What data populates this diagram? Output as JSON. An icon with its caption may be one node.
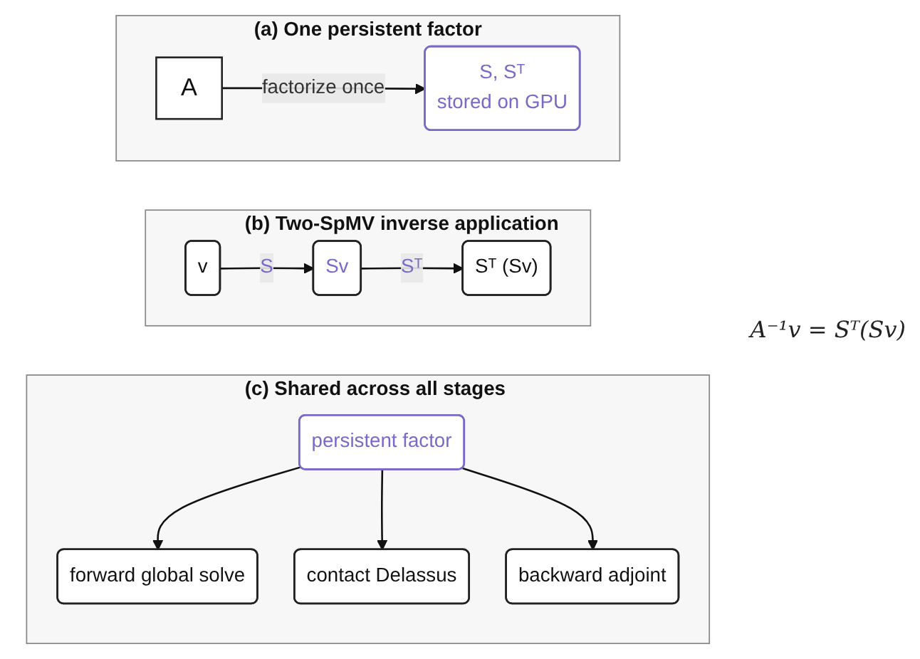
{
  "diagram": {
    "nodes": [
      {
        "text": [
          "(a) One persistent factor"
        ]
      },
      {
        "text": [
          "A"
        ],
        "in": 0
      },
      {
        "text": [
          "S, Sᵀ",
          "stored on GPU"
        ],
        "in": 0
      },
      {
        "text": [
          "(b) Two-SpMV inverse application"
        ]
      },
      {
        "text": [
          "v"
        ],
        "in": 3
      },
      {
        "text": [
          "Sv"
        ],
        "in": 3
      },
      {
        "text": [
          "Sᵀ (Sv)"
        ],
        "in": 3
      },
      {
        "text": [
          "(c) Shared across all stages"
        ]
      },
      {
        "text": [
          "persistent factor"
        ],
        "in": 7
      },
      {
        "text": [
          "forward global solve"
        ],
        "in": 7
      },
      {
        "text": [
          "contact Delassus"
        ],
        "in": 7
      },
      {
        "text": [
          "backward adjoint"
        ],
        "in": 7
      }
    ],
    "edges": [
      {
        "from": 1,
        "to": 2,
        "arrow": "to",
        "label": "factorize once"
      },
      {
        "from": 4,
        "to": 5,
        "arrow": "to",
        "label": "S"
      },
      {
        "from": 5,
        "to": 6,
        "arrow": "to",
        "label": "Sᵀ"
      },
      {
        "from": 8,
        "to": 9,
        "arrow": "to"
      },
      {
        "from": 8,
        "to": 10,
        "arrow": "to"
      },
      {
        "from": 8,
        "to": 11,
        "arrow": "to"
      }
    ],
    "labels": [
      "A⁻¹v = Sᵀ(Sv)"
    ]
  }
}
